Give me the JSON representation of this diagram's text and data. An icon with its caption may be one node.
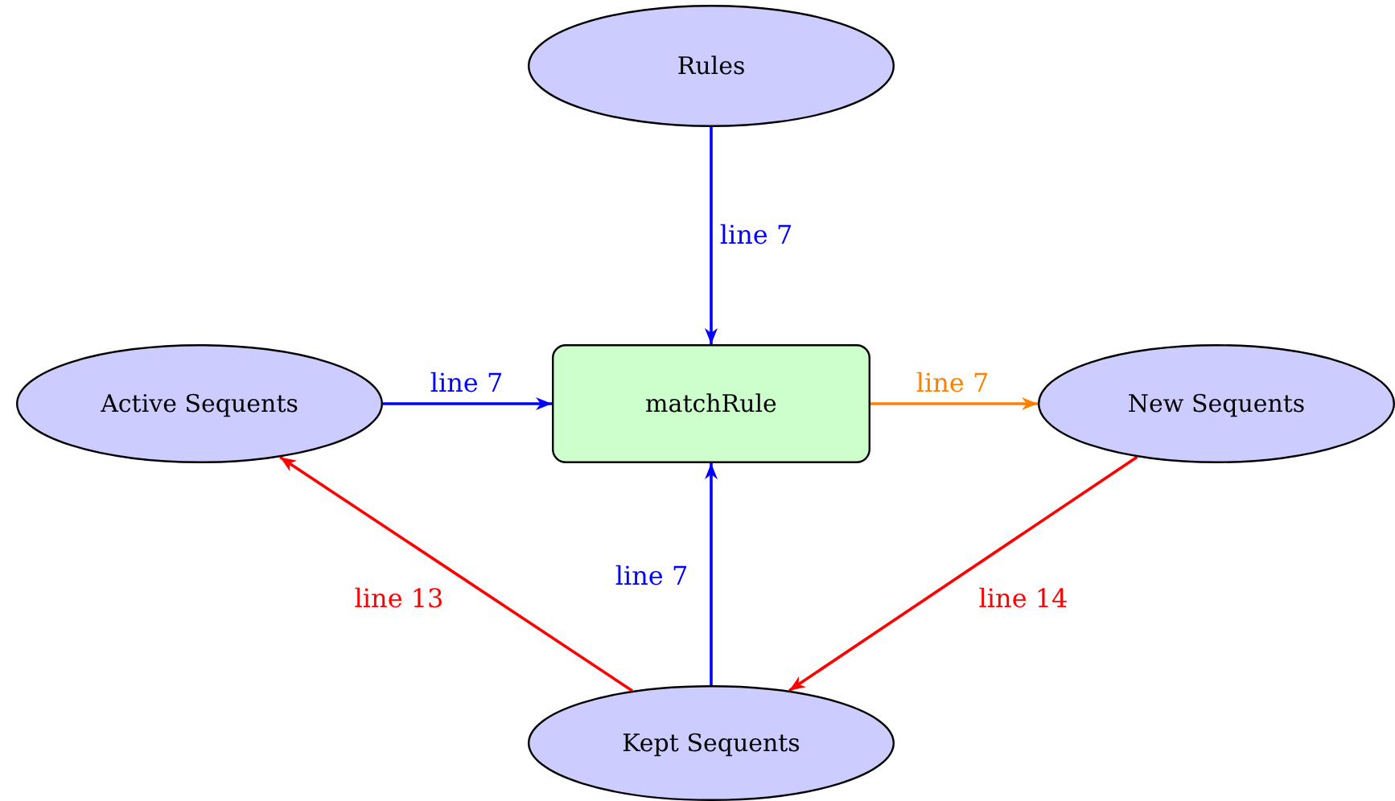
{
  "diagram": {
    "nodes": [
      {
        "text": [
          "Rules"
        ]
      },
      {
        "text": [
          "Active Sequents"
        ]
      },
      {
        "text": [
          "matchRule"
        ]
      },
      {
        "text": [
          "New Sequents"
        ]
      },
      {
        "text": [
          "Kept Sequents"
        ]
      }
    ],
    "edges": [
      {
        "from": 0,
        "to": 2,
        "arrow": "to",
        "label": "line 7",
        "color": "#0000ff"
      },
      {
        "from": 1,
        "to": 2,
        "arrow": "to",
        "label": "line 7",
        "color": "#0000ff"
      },
      {
        "from": 2,
        "to": 3,
        "arrow": "to",
        "label": "line 7",
        "color": "#ff8000"
      },
      {
        "from": 4,
        "to": 2,
        "arrow": "to",
        "label": "line 7",
        "color": "#0000ff"
      },
      {
        "from": 4,
        "to": 1,
        "arrow": "to",
        "label": "line 13",
        "color": "#ff0000"
      },
      {
        "from": 3,
        "to": 4,
        "arrow": "to",
        "label": "line 14",
        "color": "#ff0000"
      }
    ]
  }
}
